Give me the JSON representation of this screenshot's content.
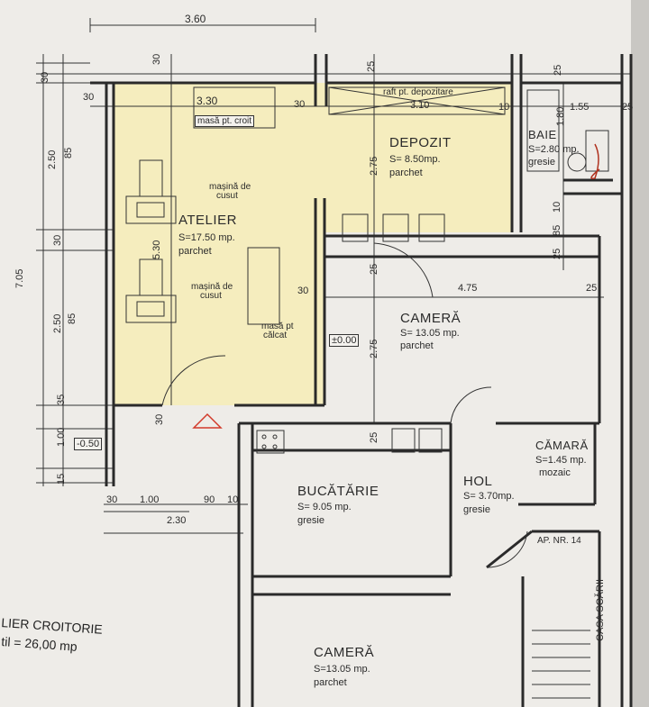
{
  "dimensions": {
    "top_width": "3.60",
    "wall_30_a": "30",
    "wall_30_b": "30",
    "wall_30_c": "30",
    "wall_30_d": "30",
    "wall_30_e": "30",
    "wall_30_f": "30",
    "wall_25_a": "25",
    "wall_25_b": "25",
    "wall_25_c": "25",
    "wall_25_d": "25",
    "wall_25_e": "25",
    "wall_25_f": "25",
    "table_len": "3.30",
    "shelf_len": "3.10",
    "ten_a": "10",
    "ten_b": "10",
    "ten_c": "10",
    "bath_w": "1.55",
    "bath_h": "1.80",
    "depozit_h": "2.75",
    "camera_h": "2.75",
    "camera_w": "4.75",
    "atelier_h": "5.30",
    "left_250_a": "2.50",
    "left_250_b": "2.50",
    "left_85_a": "85",
    "left_85_b": "85",
    "left_85_c": "85",
    "left_705": "7.05",
    "left_35": "35",
    "left_100": "1.00",
    "left_15": "15",
    "bottom_100": "1.00",
    "bottom_90": "90",
    "bottom_230": "2.30",
    "level_minus": "-0.50",
    "level_zero": "±0.00"
  },
  "rooms": {
    "atelier": {
      "name": "ATELIER",
      "area": "S=17.50 mp.",
      "floor": "parchet"
    },
    "depozit": {
      "name": "DEPOZIT",
      "area": "S= 8.50mp.",
      "floor": "parchet"
    },
    "baie": {
      "name": "BAIE",
      "area": "S=2.80 mp.",
      "floor": "gresie"
    },
    "camera1": {
      "name": "CAMERĂ",
      "area": "S= 13.05 mp.",
      "floor": "parchet"
    },
    "camara": {
      "name": "CĂMARĂ",
      "area": "S=1.45 mp.",
      "floor": "mozaic"
    },
    "bucatarie": {
      "name": "BUCĂTĂRIE",
      "area": "S= 9.05 mp.",
      "floor": "gresie"
    },
    "hol": {
      "name": "HOL",
      "area": "S= 3.70mp.",
      "floor": "gresie"
    },
    "camera2": {
      "name": "CAMERĂ",
      "area": "S=13.05 mp.",
      "floor": "parchet"
    }
  },
  "furniture": {
    "cutting_table": "masă pt. croit",
    "sewing_machine_1": [
      "mașină de",
      "cusut"
    ],
    "sewing_machine_2": [
      "mașină de",
      "cusut"
    ],
    "ironing_table": [
      "masă pt",
      "călcat"
    ],
    "storage_shelf": "raft  pt. depozitare"
  },
  "labels": {
    "apartment": "AP. NR. 14",
    "stairs": "CASA  SCĂRII",
    "stamp_line1": "LIER  CROITORIE",
    "stamp_line2": "til = 26,00 mp"
  },
  "colors": {
    "paper": "#eeece8",
    "highlight": "#f5edbe",
    "line": "#333333",
    "red_mark": "#d23a2a"
  }
}
